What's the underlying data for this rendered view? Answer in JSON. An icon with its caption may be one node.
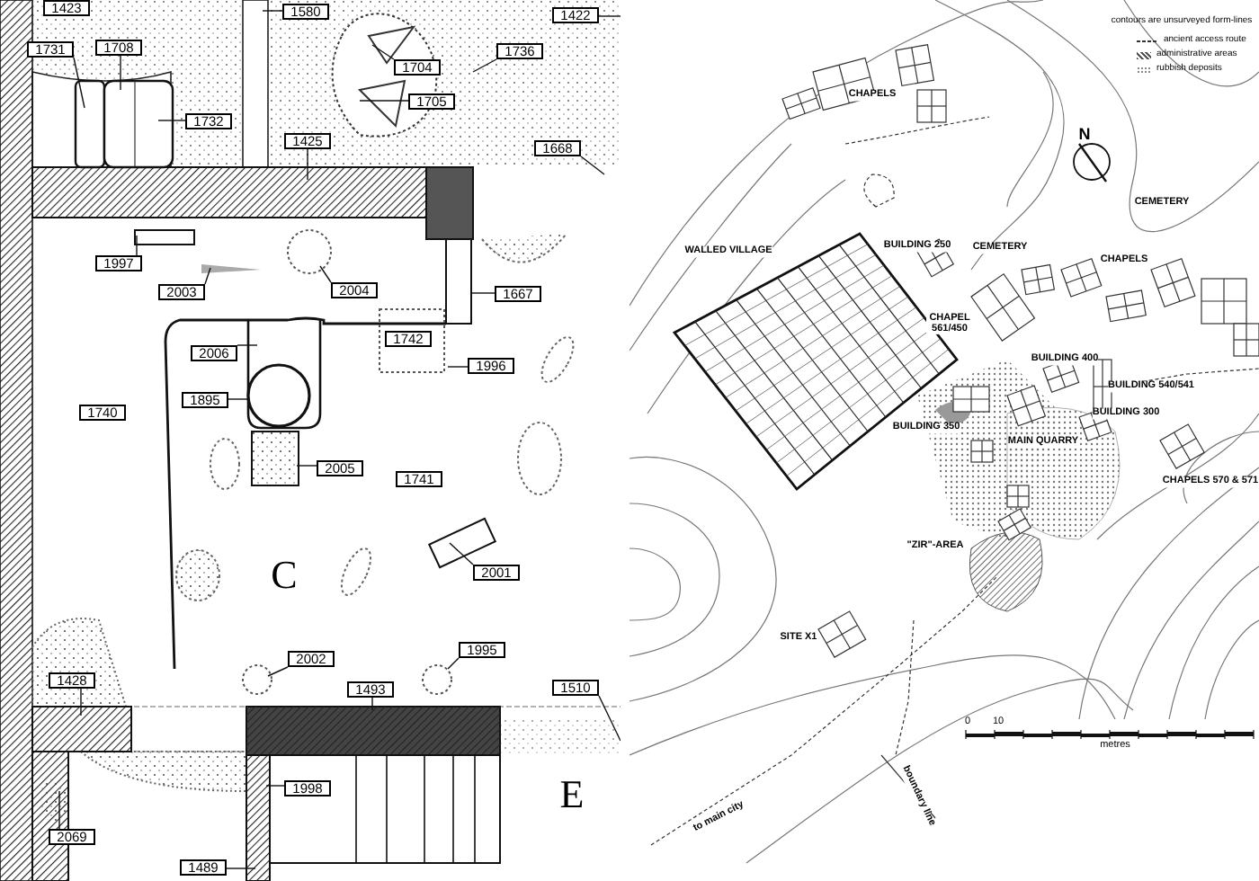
{
  "diagram": {
    "nodes": [
      {
        "text": [
          "1423"
        ]
      },
      {
        "text": [
          "1580"
        ]
      },
      {
        "text": [
          "1422"
        ]
      },
      {
        "text": [
          "1708"
        ]
      },
      {
        "text": [
          "1731"
        ]
      },
      {
        "text": [
          "1736"
        ]
      },
      {
        "text": [
          "1704"
        ]
      },
      {
        "text": [
          "1705"
        ]
      },
      {
        "text": [
          "1732"
        ]
      },
      {
        "text": [
          "1425"
        ]
      },
      {
        "text": [
          "1668"
        ]
      },
      {
        "text": [
          "1997"
        ]
      },
      {
        "text": [
          "2004"
        ]
      },
      {
        "text": [
          "2003"
        ]
      },
      {
        "text": [
          "1667"
        ]
      },
      {
        "text": [
          "1742"
        ]
      },
      {
        "text": [
          "2006"
        ]
      },
      {
        "text": [
          "1996"
        ]
      },
      {
        "text": [
          "1895"
        ]
      },
      {
        "text": [
          "1740"
        ]
      },
      {
        "text": [
          "2005"
        ]
      },
      {
        "text": [
          "1741"
        ]
      },
      {
        "text": [
          "2001"
        ]
      },
      {
        "text": [
          "1995"
        ]
      },
      {
        "text": [
          "2002"
        ]
      },
      {
        "text": [
          "1428"
        ]
      },
      {
        "text": [
          "1493"
        ]
      },
      {
        "text": [
          "1510"
        ]
      },
      {
        "text": [
          "1998"
        ]
      },
      {
        "text": [
          "2069"
        ]
      },
      {
        "text": [
          "1489"
        ]
      }
    ],
    "edges": [
      {
        "from": 1,
        "to": null,
        "arrow": "none"
      },
      {
        "from": 2,
        "to": null,
        "arrow": "none"
      },
      {
        "from": 3,
        "to": null,
        "arrow": "none"
      },
      {
        "from": 4,
        "to": null,
        "arrow": "none"
      },
      {
        "from": 5,
        "to": null,
        "arrow": "none"
      },
      {
        "from": 6,
        "to": null,
        "arrow": "none"
      },
      {
        "from": 7,
        "to": null,
        "arrow": "none"
      },
      {
        "from": 8,
        "to": null,
        "arrow": "none"
      },
      {
        "from": 9,
        "to": null,
        "arrow": "none"
      },
      {
        "from": 10,
        "to": null,
        "arrow": "none"
      },
      {
        "from": 11,
        "to": null,
        "arrow": "none"
      },
      {
        "from": 12,
        "to": null,
        "arrow": "none"
      },
      {
        "from": 13,
        "to": null,
        "arrow": "none"
      },
      {
        "from": 14,
        "to": null,
        "arrow": "none"
      },
      {
        "from": 16,
        "to": null,
        "arrow": "none"
      },
      {
        "from": 17,
        "to": null,
        "arrow": "none"
      },
      {
        "from": 18,
        "to": null,
        "arrow": "none"
      },
      {
        "from": 20,
        "to": null,
        "arrow": "none"
      },
      {
        "from": 22,
        "to": null,
        "arrow": "none"
      },
      {
        "from": 23,
        "to": null,
        "arrow": "none"
      },
      {
        "from": 24,
        "to": null,
        "arrow": "none"
      },
      {
        "from": 25,
        "to": null,
        "arrow": "none"
      },
      {
        "from": 26,
        "to": null,
        "arrow": "none"
      },
      {
        "from": 27,
        "to": null,
        "arrow": "none"
      },
      {
        "from": 28,
        "to": null,
        "arrow": "none"
      },
      {
        "from": 29,
        "to": null,
        "arrow": "none"
      },
      {
        "from": 30,
        "to": null,
        "arrow": "none"
      }
    ],
    "labels": [
      "C",
      "E",
      "contours are unsurveyed form-lines",
      "CHAPELS",
      "N",
      "CEMETERY",
      "WALLED VILLAGE",
      "BUILDING 250",
      "CEMETERY",
      "CHAPELS",
      "CHAPEL 561/450",
      "BUILDING 400",
      "BUILDING 540/541",
      "BUILDING 300",
      "BUILDING 350",
      "MAIN QUARRY",
      "CHAPELS 570 & 571",
      "\"ZIR\"-AREA",
      "SITE X1",
      "0",
      "10",
      "metres",
      "boundary line",
      "to main city"
    ],
    "legend": [
      {
        "text": "ancient access route"
      },
      {
        "text": "administrative areas"
      },
      {
        "text": "rubbish deposits"
      }
    ]
  }
}
